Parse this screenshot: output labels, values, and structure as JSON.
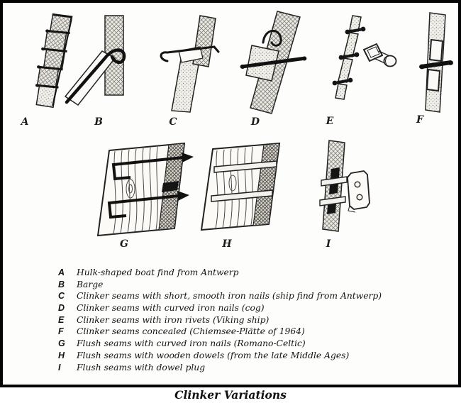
{
  "caption": "Clinker Variations",
  "figures": [
    {
      "label": "A"
    },
    {
      "label": "B"
    },
    {
      "label": "C"
    },
    {
      "label": "D"
    },
    {
      "label": "E"
    },
    {
      "label": "F"
    },
    {
      "label": "G"
    },
    {
      "label": "H"
    },
    {
      "label": "I"
    }
  ],
  "legend": [
    {
      "letter": "A",
      "text": "Hulk-shaped boat find from Antwerp"
    },
    {
      "letter": "B",
      "text": "Barge"
    },
    {
      "letter": "C",
      "text": "Clinker seams with short, smooth iron nails (ship find from Antwerp)"
    },
    {
      "letter": "D",
      "text": "Clinker seams with curved iron nails (cog)"
    },
    {
      "letter": "E",
      "text": "Clinker seams with iron rivets (Viking ship)"
    },
    {
      "letter": "F",
      "text": "Clinker seams concealed (Chiemsee-Plätte of 1964)"
    },
    {
      "letter": "G",
      "text": "Flush seams with curved iron nails (Romano-Celtic)"
    },
    {
      "letter": "H",
      "text": "Flush seams with wooden dowels (from the late Middle Ages)"
    },
    {
      "letter": "I",
      "text": "Flush seams with dowel plug"
    }
  ],
  "colors": {
    "frame": "#050505",
    "ink": "#1c1c1c",
    "paper": "#fdfdfb",
    "hatch": "#85837c"
  }
}
